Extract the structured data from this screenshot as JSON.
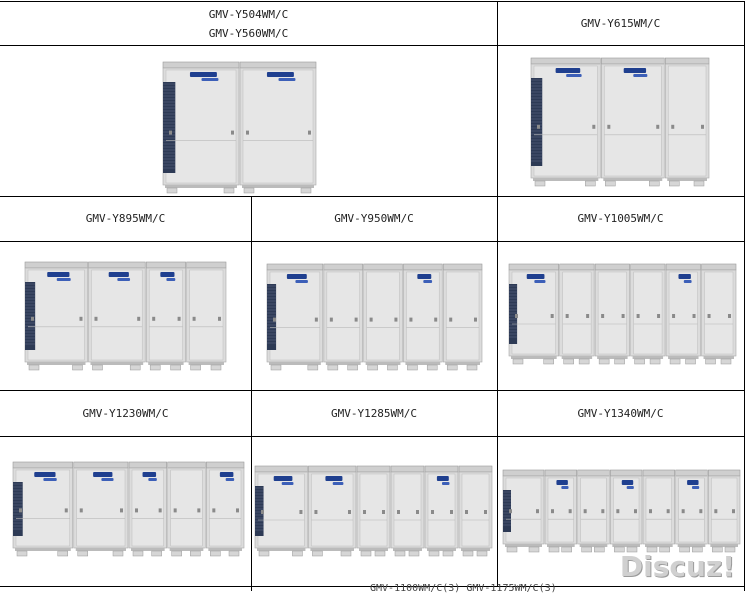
{
  "rows": [
    {
      "labels": [
        [
          "GMV-Y504WM/C",
          "GMV-Y560WM/C"
        ],
        [
          "GMV-Y615WM/C"
        ]
      ]
    },
    {
      "labels": [
        [
          "GMV-Y895WM/C"
        ],
        [
          "GMV-Y950WM/C"
        ],
        [
          "GMV-Y1005WM/C"
        ]
      ]
    },
    {
      "labels": [
        [
          "GMV-Y1230WM/C"
        ],
        [
          "GMV-Y1285WM/C"
        ],
        [
          "GMV-Y1340WM/C"
        ]
      ]
    }
  ],
  "bottom_partial_text": "GMV-1100WM/C(3)  GMV-1175WM/C(3)",
  "brand_text": "GREE",
  "watermark": "Discuz!",
  "colors": {
    "border": "#000000",
    "unit_body": "#dcdcdc",
    "unit_panel": "#e6e6e6",
    "coil_blue": "#2d3a55",
    "logo_blue": "#1f3f8f"
  }
}
